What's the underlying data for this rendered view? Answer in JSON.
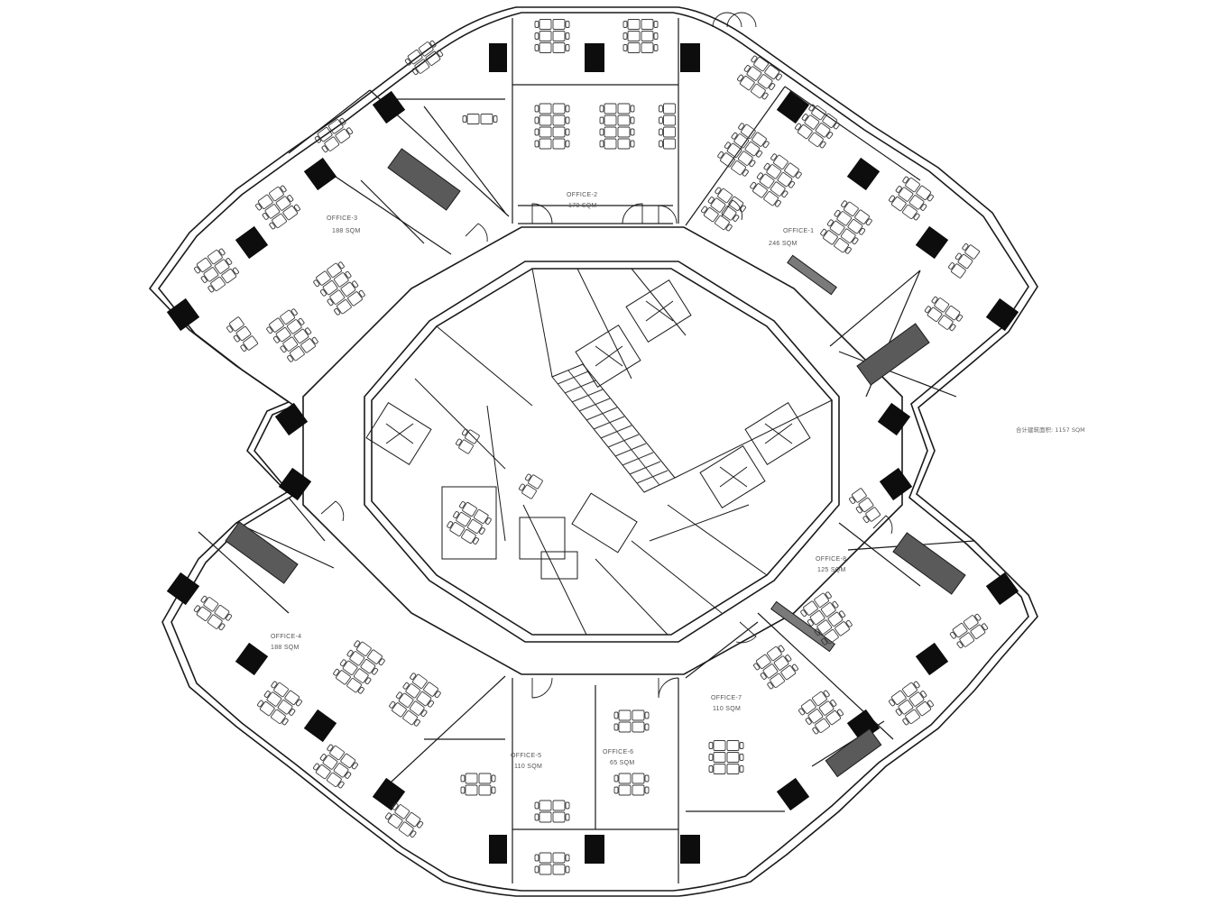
{
  "plan": {
    "total_area_label": "合计建筑面积: 1157 SQM",
    "colors": {
      "wall": "#1a1a1a",
      "column": "#0d0d0d",
      "furniture": "#3a3a3a",
      "background": "#ffffff"
    },
    "offices": [
      {
        "id": "office-1",
        "name": "OFFICE-1",
        "area": "246 SQM"
      },
      {
        "id": "office-2",
        "name": "OFFICE-2",
        "area": "170 SQM"
      },
      {
        "id": "office-3",
        "name": "OFFICE-3",
        "area": "188 SQM"
      },
      {
        "id": "office-4",
        "name": "OFFICE-4",
        "area": "188 SQM"
      },
      {
        "id": "office-5",
        "name": "OFFICE-5",
        "area": "110 SQM"
      },
      {
        "id": "office-6",
        "name": "OFFICE-6",
        "area": "65 SQM"
      },
      {
        "id": "office-7",
        "name": "OFFICE-7",
        "area": "110 SQM"
      },
      {
        "id": "office-8",
        "name": "OFFICE-8",
        "area": "125 SQM"
      }
    ]
  }
}
